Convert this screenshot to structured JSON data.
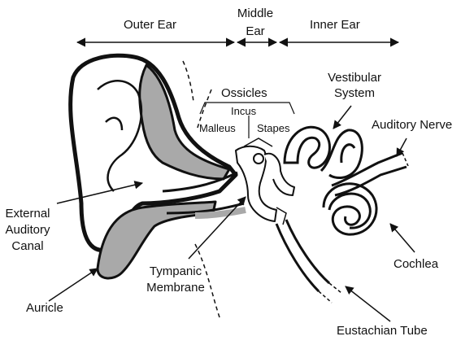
{
  "sections": {
    "outer_ear": "Outer Ear",
    "middle_ear_line1": "Middle",
    "middle_ear_line2": "Ear",
    "inner_ear": "Inner Ear"
  },
  "labels": {
    "ossicles": "Ossicles",
    "incus": "Incus",
    "malleus": "Malleus",
    "stapes": "Stapes",
    "vestibular_line1": "Vestibular",
    "vestibular_line2": "System",
    "auditory_nerve": "Auditory Nerve",
    "external_line1": "External",
    "external_line2": "Auditory",
    "external_line3": "Canal",
    "tympanic_line1": "Tympanic",
    "tympanic_line2": "Membrane",
    "cochlea": "Cochlea",
    "auricle": "Auricle",
    "eustachian_tube": "Eustachian Tube"
  },
  "colors": {
    "line": "#111111",
    "tissue": "#a9a9a9",
    "background": "#ffffff"
  }
}
